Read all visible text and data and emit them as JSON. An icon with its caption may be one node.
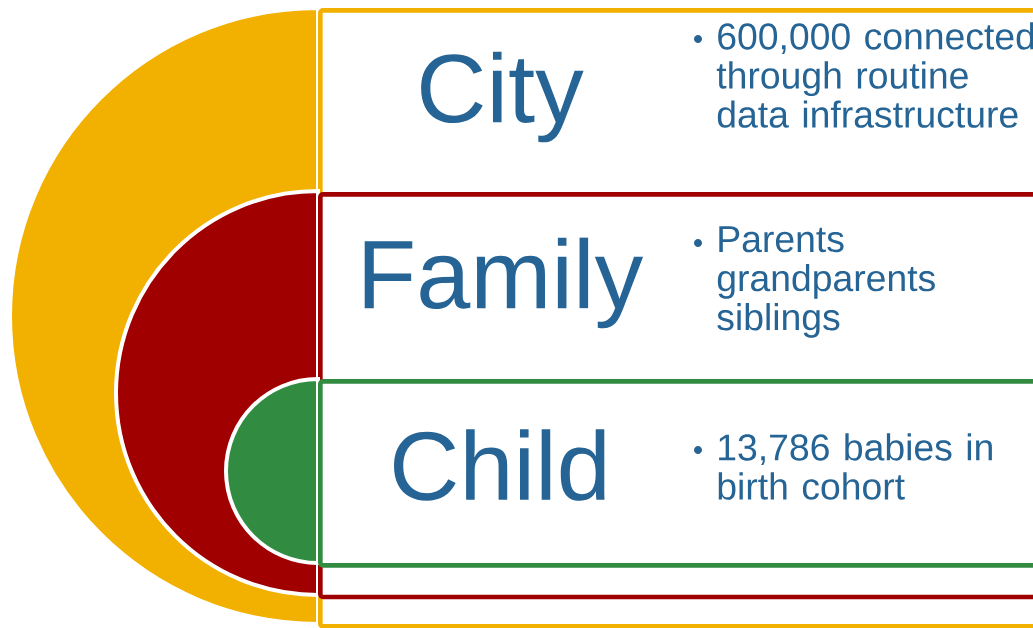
{
  "diagram": {
    "nodes": [
      {
        "text": [
          "City",
          "600,000 connected through routine data infrastructure"
        ]
      },
      {
        "text": [
          "Family",
          "Parents grandparents siblings"
        ],
        "in": 0
      },
      {
        "text": [
          "Child",
          "13,786 babies in birth cohort"
        ],
        "in": 1
      }
    ]
  }
}
